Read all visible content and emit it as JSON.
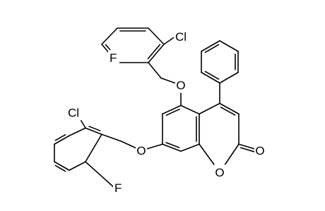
{
  "molecule": {
    "atoms": [
      {
        "id": "cl_top",
        "symbol": "Cl"
      },
      {
        "id": "f_top",
        "symbol": "F"
      },
      {
        "id": "o_5",
        "symbol": "O"
      },
      {
        "id": "o_7",
        "symbol": "O"
      },
      {
        "id": "cl_bottom",
        "symbol": "Cl"
      },
      {
        "id": "f_bottom",
        "symbol": "F"
      },
      {
        "id": "o_ring",
        "symbol": "O"
      },
      {
        "id": "o_carbonyl",
        "symbol": "O"
      }
    ]
  }
}
